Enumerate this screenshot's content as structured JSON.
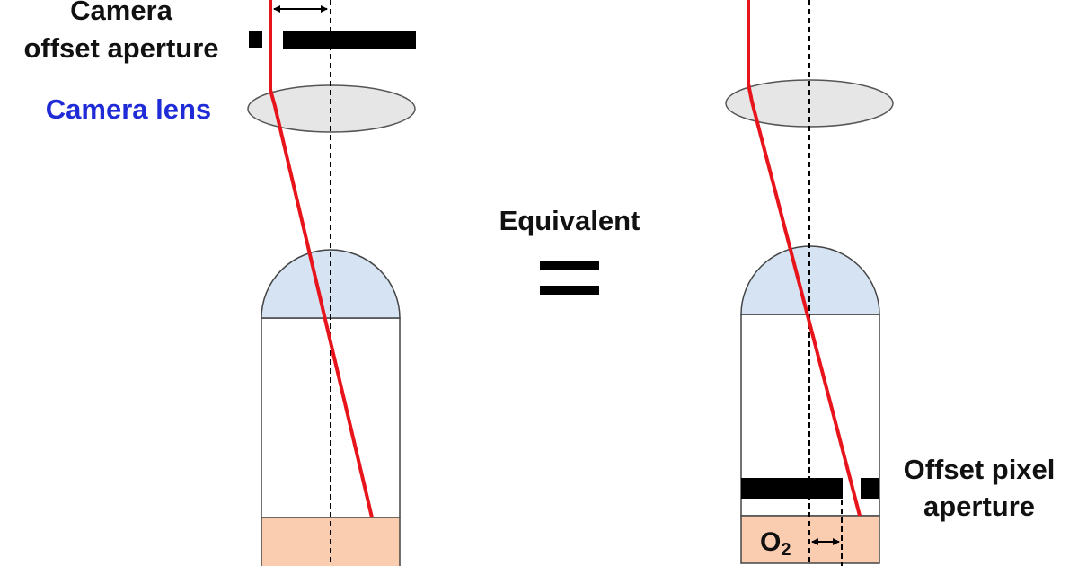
{
  "labels": {
    "camera_line1": "Camera",
    "camera_line2": "offset aperture",
    "camera_lens": "Camera lens",
    "equivalent": "Equivalent",
    "pixel_line1": "Offset pixel",
    "pixel_line2": "aperture",
    "o_letter": "O",
    "o_subscript": "2"
  },
  "colors": {
    "ray": "#e8141b",
    "lens_fill": "#e6e6e6",
    "microlens_fill": "#d6e3f3",
    "photodiode_fill": "#fbcdb0",
    "aperture": "#000000",
    "lens_label": "#1f2bd6"
  }
}
